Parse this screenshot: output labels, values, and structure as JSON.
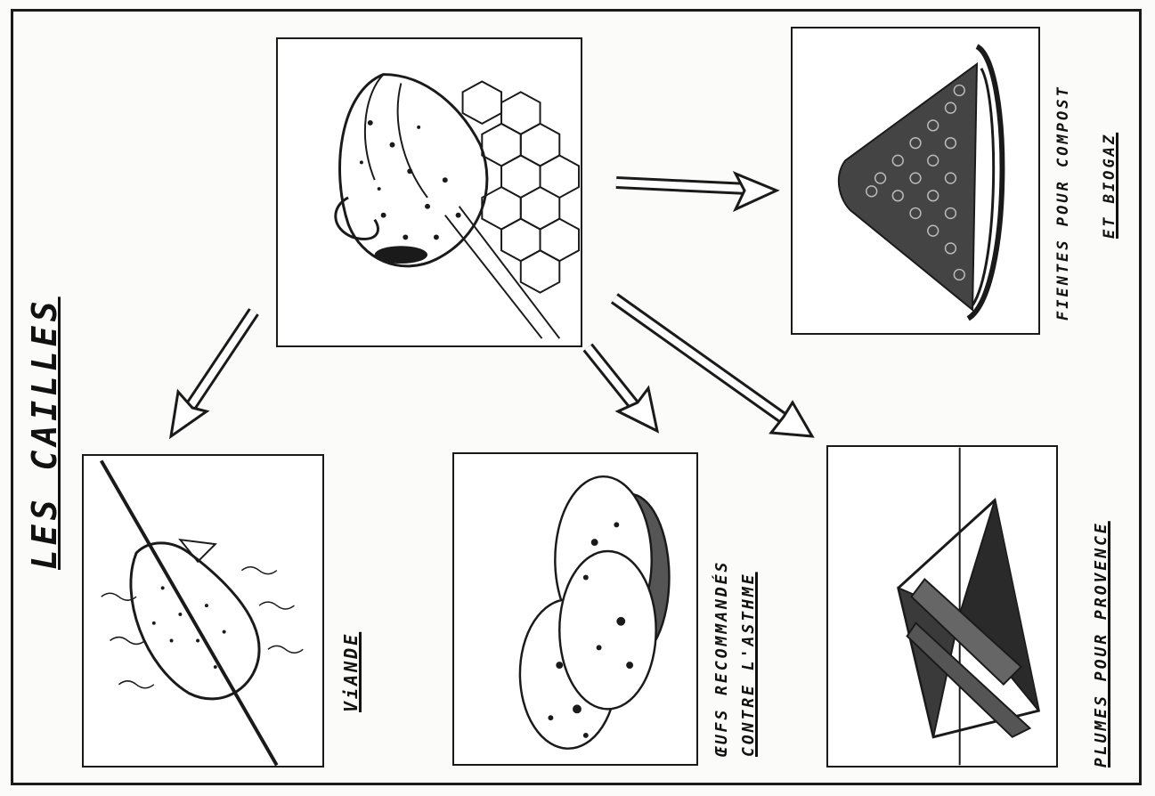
{
  "title": "LES CAILLES",
  "labels": {
    "meat": "ViANDE",
    "eggs_line1": "ŒUFS RECOMMANDÉS",
    "eggs_line2": "CONTRE L'ASTHME",
    "feathers": "PLUMES POUR PROVENCE",
    "dung_line1": "FIENTES POUR COMPOST",
    "dung_line2": "ET BIOGAZ"
  },
  "panels": [
    "quail-on-egg-crate",
    "dung-pile",
    "roasted-quail-on-spit",
    "quail-eggs",
    "feathers"
  ],
  "colors": {
    "ink": "#1a1a1a",
    "paper": "#ffffff"
  }
}
